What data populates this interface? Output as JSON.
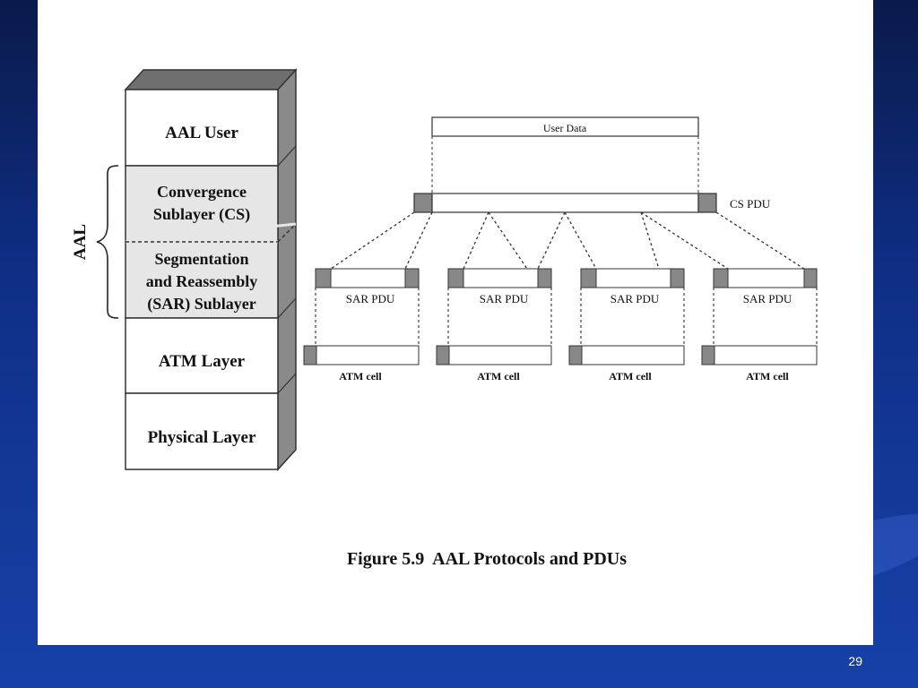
{
  "slide": {
    "page_number": "29"
  },
  "figure": {
    "caption": "Figure 5.9  AAL Protocols and PDUs",
    "stack": {
      "aal_user": "AAL User",
      "convergence_line1": "Convergence",
      "convergence_line2": "Sublayer (CS)",
      "sar_line1": "Segmentation",
      "sar_line2": "and Reassembly",
      "sar_line3": "(SAR) Sublayer",
      "atm_layer": "ATM Layer",
      "physical_layer": "Physical Layer",
      "aal_bracket_label": "AAL"
    },
    "pdu": {
      "user_data": "User Data",
      "cs_pdu": "CS PDU",
      "sar_pdu": "SAR PDU",
      "atm_cell": "ATM cell"
    }
  }
}
